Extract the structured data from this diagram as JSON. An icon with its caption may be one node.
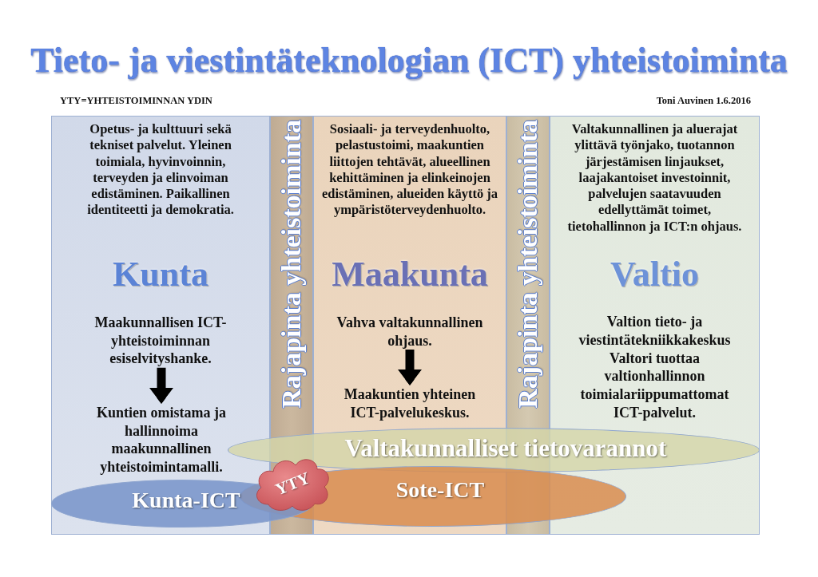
{
  "diagram": {
    "title": "Tieto- ja viestintäteknologian (ICT) yhteistoiminta",
    "nodes": [
      {
        "text": [
          "Opetus- ja kulttuuri sekä tekniset palvelut. Yleinen toimiala, hyvinvoinnin, terveyden ja elinvoiman edistäminen. Paikallinen identiteetti ja demokratia.",
          "Kunta"
        ]
      },
      {
        "text": [
          "Maakunnallisen ICT-yhteistoiminnan esiselvityshanke."
        ],
        "in": 0
      },
      {
        "text": [
          "Kuntien omistama ja hallinnoima maakunnallinen yhteistoimintamalli."
        ],
        "in": 0
      },
      {
        "text": [
          "Rajapinta yhteistoiminta"
        ]
      },
      {
        "text": [
          "Sosiaali- ja terveydenhuolto, pelastustoimi, maakuntien liittojen tehtävät, alueellinen kehittäminen ja elinkeinojen edistäminen, alueiden käyttö ja ympäristöterveydenhuolto.",
          "Maakunta"
        ]
      },
      {
        "text": [
          "Vahva valtakunnallinen ohjaus."
        ],
        "in": 4
      },
      {
        "text": [
          "Maakuntien yhteinen ICT-palvelukeskus."
        ],
        "in": 4
      },
      {
        "text": [
          "Rajapinta yhteistoiminta"
        ]
      },
      {
        "text": [
          "Valtakunnallinen ja aluerajat ylittävä työnjako, tuotannon järjestämisen linjaukset, laajakantoiset investoinnit, palvelujen saatavuuden edellyttämät toimet, tietohallinnon ja ICT:n ohjaus.",
          "Valtio",
          "Valtion tieto- ja viestintätekniikkakeskus Valtori tuottaa valtionhallinnon toimialariippumattomat ICT-palvelut."
        ]
      },
      {
        "text": [
          "Valtakunnalliset tietovarannot"
        ]
      },
      {
        "text": [
          "YTY"
        ]
      },
      {
        "text": [
          "Sote-ICT"
        ]
      },
      {
        "text": [
          "Kunta-ICT"
        ]
      }
    ],
    "edges": [
      {
        "from": 1,
        "to": 2,
        "arrow": "to"
      },
      {
        "from": 5,
        "to": 6,
        "arrow": "to"
      }
    ],
    "labels": [
      "YTY=YHTEISTOIMINNAN YDIN",
      "Toni Auvinen 1.6.2016"
    ]
  }
}
